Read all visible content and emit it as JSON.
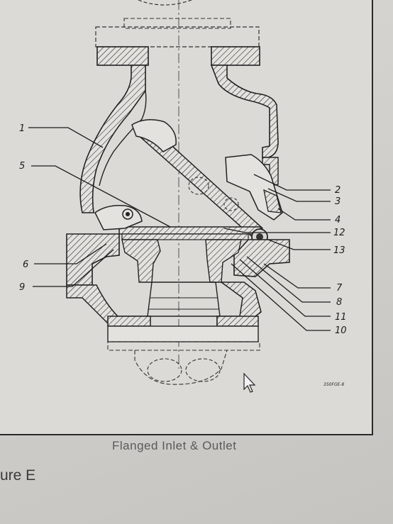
{
  "figure": {
    "caption": "Flanged Inlet & Outlet",
    "figure_label": "ure E",
    "drawing_tag": "350FGE-8"
  },
  "callouts": {
    "c1": "1",
    "c2": "2",
    "c3": "3",
    "c4": "4",
    "c5": "5",
    "c6": "6",
    "c7": "7",
    "c8": "8",
    "c9": "9",
    "c10": "10",
    "c11": "11",
    "c12": "12",
    "c13": "13"
  },
  "colors": {
    "ink": "#1c1c1c",
    "paper": "#dcdad6",
    "background": "#cfcdc9"
  },
  "icons": {
    "pointer": "mouse-pointer-icon"
  }
}
